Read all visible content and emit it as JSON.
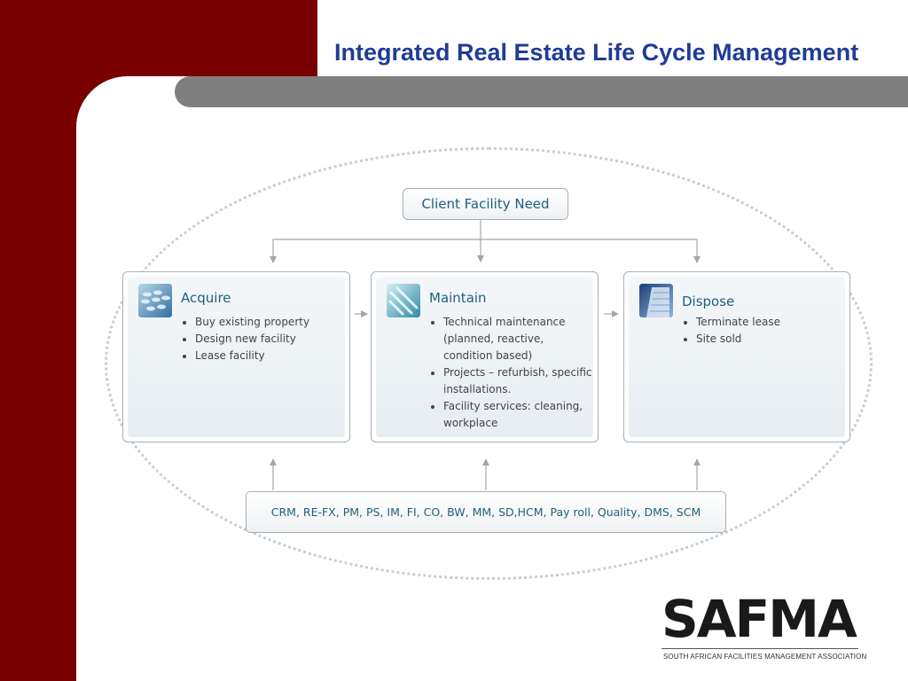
{
  "slide": {
    "title": "Integrated Real Estate Life Cycle Management"
  },
  "diagram": {
    "top_box": "Client Facility Need",
    "stages": [
      {
        "title": "Acquire",
        "icon": "buildings-grid-icon",
        "items": [
          "Buy existing property",
          "Design new facility",
          "Lease facility"
        ]
      },
      {
        "title": "Maintain",
        "icon": "pipes-icon",
        "items": [
          "Technical maintenance (planned, reactive, condition based)",
          "Projects – refurbish, specific installations.",
          "Facility services: cleaning, workplace"
        ]
      },
      {
        "title": "Dispose",
        "icon": "building-facade-icon",
        "items": [
          "Terminate lease",
          "Site sold"
        ]
      }
    ],
    "bottom_box": "CRM, RE-FX, PM, PS, IM, FI, CO, BW, MM, SD,HCM, Pay roll, Quality, DMS, SCM"
  },
  "logo": {
    "name": "SAFMA",
    "subtitle": "SOUTH AFRICAN FACILITIES MANAGEMENT ASSOCIATION"
  },
  "colors": {
    "maroon": "#7a0000",
    "title_blue": "#1f3c96",
    "grey_bar": "#7f7f7f",
    "diagram_text": "#1f5f7f",
    "logo_red": "#c0141c"
  }
}
